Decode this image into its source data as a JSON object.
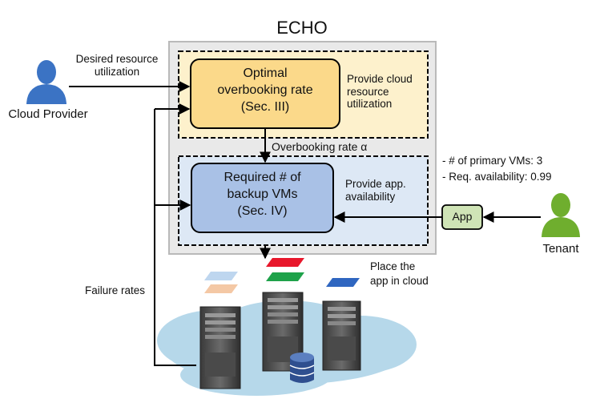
{
  "title": "ECHO",
  "actors": {
    "cloud_provider": "Cloud Provider",
    "tenant": "Tenant"
  },
  "inputs": {
    "desired_resource_line1": "Desired resource",
    "desired_resource_line2": "utilization",
    "primary_vms": "- # of primary VMs: 3",
    "req_availability": "- Req. availability: 0.99"
  },
  "modules": {
    "overbooking": {
      "line1": "Optimal",
      "line2": "overbooking rate",
      "line3": "(Sec. III)",
      "note_line1": "Provide cloud",
      "note_line2": "resource",
      "note_line3": "utilization"
    },
    "backup": {
      "line1": "Required # of",
      "line2": "backup VMs",
      "line3": "(Sec. IV)",
      "note_line1": "Provide app.",
      "note_line2": "availability"
    }
  },
  "flow": {
    "overbooking_rate_label": "Overbooking rate α",
    "app_label": "App",
    "failure_rates_label": "Failure rates",
    "place_line1": "Place the",
    "place_line2": "app in cloud"
  },
  "colors": {
    "echo_bg": "#e9e9e9",
    "top_region": "#fdf1cc",
    "top_box": "#fbd98a",
    "bottom_region": "#dde8f5",
    "bottom_box": "#a9c1e6",
    "app_box": "#cfe4b6",
    "cloud_provider_icon": "#3b73c4",
    "tenant_icon": "#6fae2e",
    "cloud": "#b6d8ea"
  },
  "icons": {
    "cloud_provider": "person-icon",
    "tenant": "person-icon",
    "servers": "server-rack-icon",
    "database": "database-icon",
    "cloud": "cloud-icon"
  }
}
